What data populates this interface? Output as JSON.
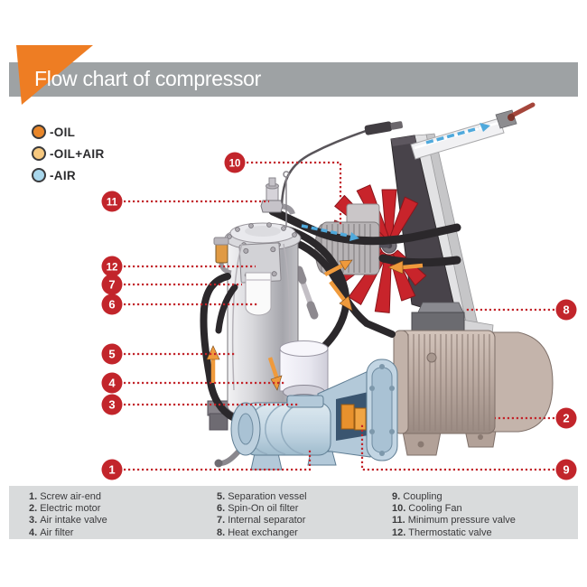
{
  "header": {
    "title": "Flow chart of compressor"
  },
  "flow_legend": {
    "items": [
      {
        "label": "-OIL",
        "color": "#e8862a"
      },
      {
        "label": "-OIL+AIR",
        "color": "#f6c87f"
      },
      {
        "label": "-AIR",
        "color": "#a9d7ec"
      }
    ]
  },
  "parts": [
    {
      "num": "1",
      "name": "Screw air-end"
    },
    {
      "num": "2",
      "name": "Electric motor"
    },
    {
      "num": "3",
      "name": "Air intake valve"
    },
    {
      "num": "4",
      "name": "Air filter"
    },
    {
      "num": "5",
      "name": "Separation vessel"
    },
    {
      "num": "6",
      "name": "Spin-On oil filter"
    },
    {
      "num": "7",
      "name": "Internal separator"
    },
    {
      "num": "8",
      "name": "Heat exchanger"
    },
    {
      "num": "9",
      "name": "Coupling"
    },
    {
      "num": "10",
      "name": "Cooling Fan"
    },
    {
      "num": "11",
      "name": "Minimum pressure valve"
    },
    {
      "num": "12",
      "name": "Thermostatic valve"
    }
  ],
  "colors": {
    "accent_orange": "#ee7d23",
    "header_bar": "#9ea2a4",
    "callout_red": "#c2252b",
    "legend_bg": "#d9dbdc",
    "fan_red": "#c8242b",
    "hose_black": "#2b282b",
    "flow_orange": "#ef9a3c",
    "flow_blue": "#4fa9dc"
  }
}
